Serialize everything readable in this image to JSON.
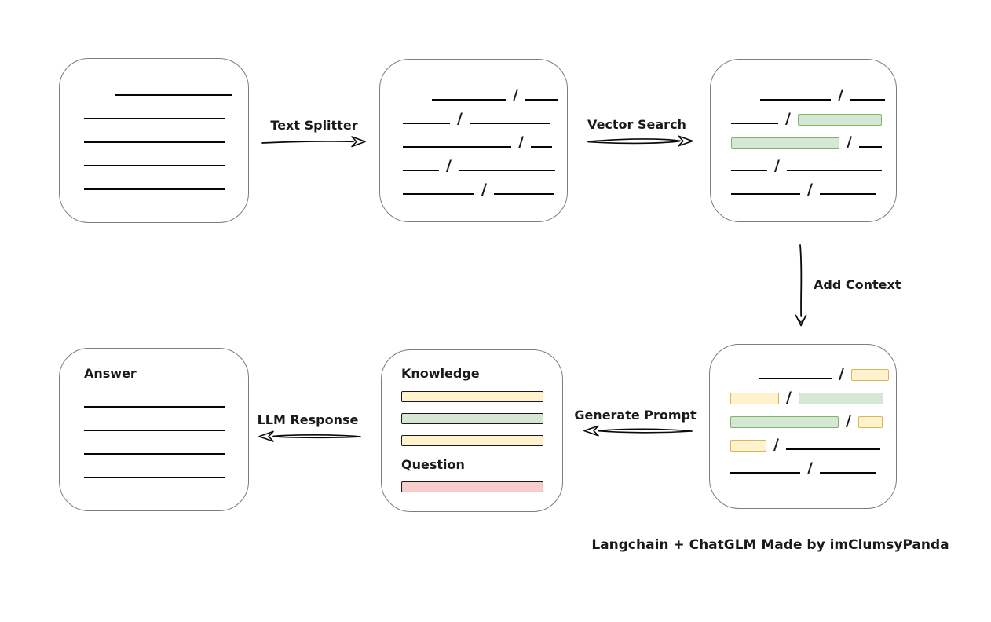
{
  "caption": "Langchain + ChatGLM Made by imClumsyPanda",
  "glyphs": {
    "slash": "/"
  },
  "colors": {
    "green_fill": "#d5e8d4",
    "green_stroke": "#82b366",
    "yellow_fill": "#fff2cc",
    "yellow_stroke": "#d6b656",
    "red_fill": "#f8cecc",
    "red_stroke": "#b85450",
    "box_border": "#7d7d7d",
    "line": "#060606"
  },
  "arrows": {
    "text_splitter": "Text Splitter",
    "vector_search": "Vector Search",
    "add_context": "Add Context",
    "generate_prompt": "Generate Prompt",
    "llm_response": "LLM Response"
  },
  "boxes": {
    "document": {
      "rows": [
        [
          {
            "t": "gap",
            "w": 30
          },
          {
            "t": "line",
            "w": 150
          }
        ],
        [
          {
            "t": "line",
            "w": 180
          }
        ],
        [
          {
            "t": "line",
            "w": 180
          }
        ],
        [
          {
            "t": "line",
            "w": 180
          }
        ],
        [
          {
            "t": "line",
            "w": 180
          }
        ]
      ]
    },
    "split_text": {
      "rows": [
        [
          {
            "t": "gap",
            "w": 28
          },
          {
            "t": "line",
            "w": 94
          },
          {
            "t": "slash"
          },
          {
            "t": "line",
            "w": 42
          }
        ],
        [
          {
            "t": "line",
            "w": 60
          },
          {
            "t": "slash"
          },
          {
            "t": "line",
            "w": 102
          }
        ],
        [
          {
            "t": "line",
            "w": 138
          },
          {
            "t": "slash"
          },
          {
            "t": "line",
            "w": 27
          }
        ],
        [
          {
            "t": "line",
            "w": 46
          },
          {
            "t": "slash"
          },
          {
            "t": "line",
            "w": 123
          }
        ],
        [
          {
            "t": "line",
            "w": 91
          },
          {
            "t": "slash"
          },
          {
            "t": "line",
            "w": 76
          }
        ]
      ]
    },
    "vector_matches": {
      "rows": [
        [
          {
            "t": "gap",
            "w": 28
          },
          {
            "t": "line",
            "w": 90
          },
          {
            "t": "slash"
          },
          {
            "t": "line",
            "w": 44
          }
        ],
        [
          {
            "t": "line",
            "w": 60
          },
          {
            "t": "slash"
          },
          {
            "t": "bar",
            "c": "green",
            "w": 107
          }
        ],
        [
          {
            "t": "bar",
            "c": "green",
            "w": 138
          },
          {
            "t": "slash"
          },
          {
            "t": "line",
            "w": 29
          }
        ],
        [
          {
            "t": "line",
            "w": 46
          },
          {
            "t": "slash"
          },
          {
            "t": "line",
            "w": 121
          }
        ],
        [
          {
            "t": "line",
            "w": 88
          },
          {
            "t": "slash"
          },
          {
            "t": "line",
            "w": 71
          }
        ]
      ]
    },
    "context": {
      "rows": [
        [
          {
            "t": "gap",
            "w": 28
          },
          {
            "t": "line",
            "w": 92
          },
          {
            "t": "slash"
          },
          {
            "t": "bar",
            "c": "yellow",
            "w": 48
          }
        ],
        [
          {
            "t": "bar",
            "c": "yellow",
            "w": 62
          },
          {
            "t": "slash"
          },
          {
            "t": "bar",
            "c": "green",
            "w": 108
          }
        ],
        [
          {
            "t": "bar",
            "c": "green",
            "w": 138
          },
          {
            "t": "slash"
          },
          {
            "t": "bar",
            "c": "yellow",
            "w": 31
          }
        ],
        [
          {
            "t": "bar",
            "c": "yellow",
            "w": 46
          },
          {
            "t": "slash"
          },
          {
            "t": "line",
            "w": 120
          }
        ],
        [
          {
            "t": "line",
            "w": 89
          },
          {
            "t": "slash"
          },
          {
            "t": "line",
            "w": 71
          }
        ]
      ]
    },
    "prompt": {
      "knowledge_label": "Knowledge",
      "question_label": "Question",
      "knowledge_bars": [
        "yellow",
        "green",
        "yellow"
      ],
      "question_bars": [
        "red"
      ]
    },
    "answer": {
      "label": "Answer",
      "rows": [
        [
          {
            "t": "line",
            "w": 180
          }
        ],
        [
          {
            "t": "line",
            "w": 180
          }
        ],
        [
          {
            "t": "line",
            "w": 180
          }
        ],
        [
          {
            "t": "line",
            "w": 180
          }
        ]
      ]
    }
  }
}
